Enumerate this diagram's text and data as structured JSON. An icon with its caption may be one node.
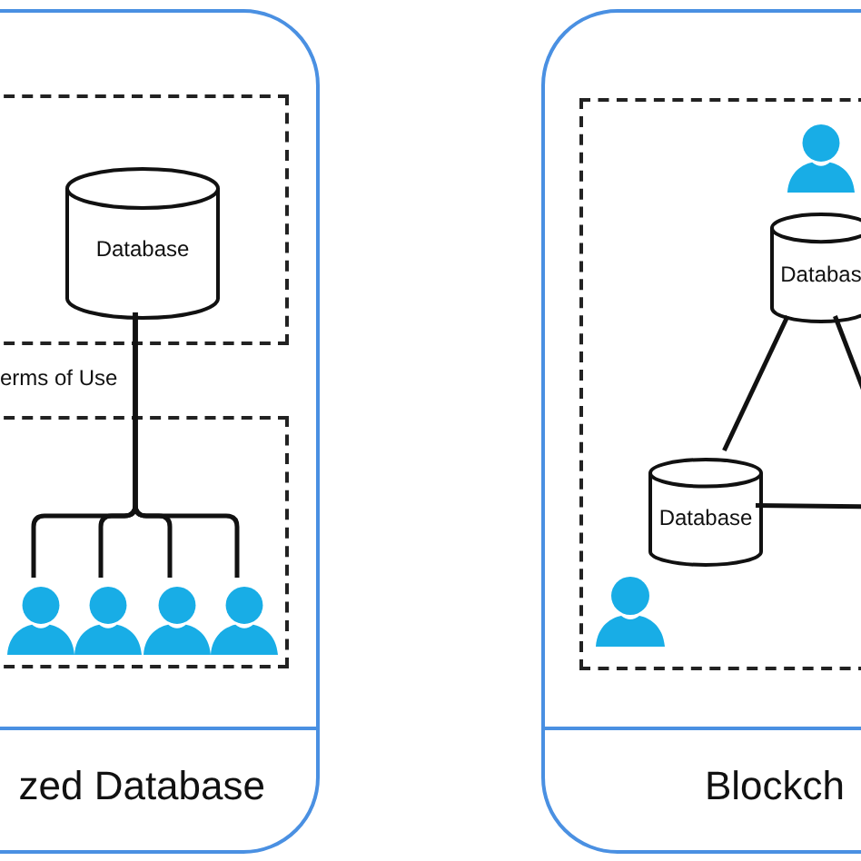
{
  "diagram": {
    "nodes": [
      {
        "text": [
          "zed Database"
        ]
      },
      {
        "text": [],
        "shape": "box",
        "in": 0
      },
      {
        "text": [
          "Database"
        ],
        "in": 1
      },
      {
        "text": [],
        "shape": "box",
        "in": 0
      },
      {
        "text": [],
        "shape": "person",
        "in": 3
      },
      {
        "text": [],
        "shape": "person",
        "in": 3
      },
      {
        "text": [],
        "shape": "person",
        "in": 3
      },
      {
        "text": [],
        "shape": "person",
        "in": 3
      },
      {
        "text": [
          "Blockch"
        ]
      },
      {
        "text": [],
        "shape": "box",
        "in": 8
      },
      {
        "text": [],
        "shape": "person",
        "in": 9
      },
      {
        "text": [
          "Databas"
        ],
        "in": 9
      },
      {
        "text": [
          "Database"
        ],
        "in": 9
      },
      {
        "text": [],
        "shape": "person",
        "in": 9
      }
    ],
    "edges": [
      {
        "from": 2,
        "to": 4,
        "arrow": "none"
      },
      {
        "from": 2,
        "to": 5,
        "arrow": "none"
      },
      {
        "from": 2,
        "to": 6,
        "arrow": "none"
      },
      {
        "from": 2,
        "to": 7,
        "arrow": "none"
      },
      {
        "from": 11,
        "to": 12,
        "arrow": "none"
      },
      {
        "from": 12,
        "to": null,
        "arrow": "none"
      },
      {
        "from": 11,
        "to": null,
        "arrow": "none"
      }
    ],
    "labels": [
      "erms of Use"
    ]
  }
}
